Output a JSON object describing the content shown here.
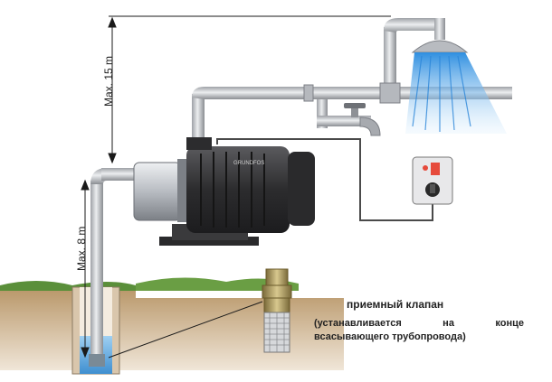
{
  "dimensions": {
    "max_height_label": "Max. 15 m",
    "max_depth_label": "Max. 8 m"
  },
  "pump": {
    "brand": "GRUNDFOS"
  },
  "foot_valve": {
    "title": "приемный клапан",
    "note_line1": "(устанавливается на конце",
    "note_line2": "всасывающего трубопровода)"
  },
  "colors": {
    "pipe": "#c9cbcf",
    "pipe_dark": "#8e9196",
    "pump_body": "#3c3c3e",
    "soil": "#c2a17a",
    "grass": "#5a8f3a",
    "water": "#5aa6e0",
    "valve_brass": "#a8945a",
    "switch_light": "#e64a3b"
  },
  "icons": [
    "shower-head-icon",
    "faucet-icon",
    "power-switch-icon",
    "foot-valve-icon",
    "pump-icon"
  ]
}
